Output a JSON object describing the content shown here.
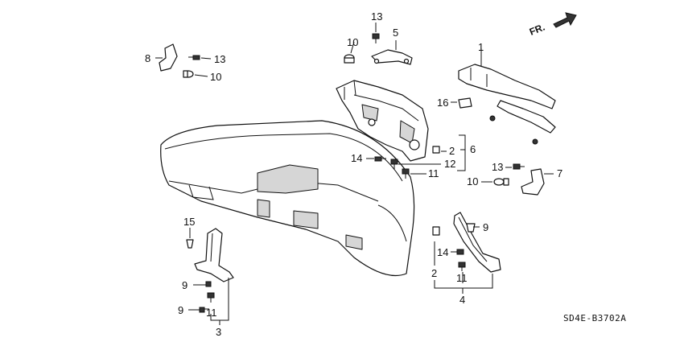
{
  "direction_label": "FR.",
  "diagram_code": "SD4E-B3702A",
  "callouts": {
    "c13_top": "13",
    "c5": "5",
    "c10_top": "10",
    "c8": "8",
    "c13_left": "13",
    "c10_left": "10",
    "c1": "1",
    "c16": "16",
    "c2_mid": "2",
    "c6": "6",
    "c14_mid": "14",
    "c12": "12",
    "c11_mid": "11",
    "c13_right": "13",
    "c7": "7",
    "c10_right": "10",
    "c15": "15",
    "c9_left_a": "9",
    "c9_left_b": "9",
    "c11_left": "11",
    "c3": "3",
    "c9_right": "9",
    "c14_right": "14",
    "c2_right": "2",
    "c11_right": "11",
    "c4": "4"
  }
}
